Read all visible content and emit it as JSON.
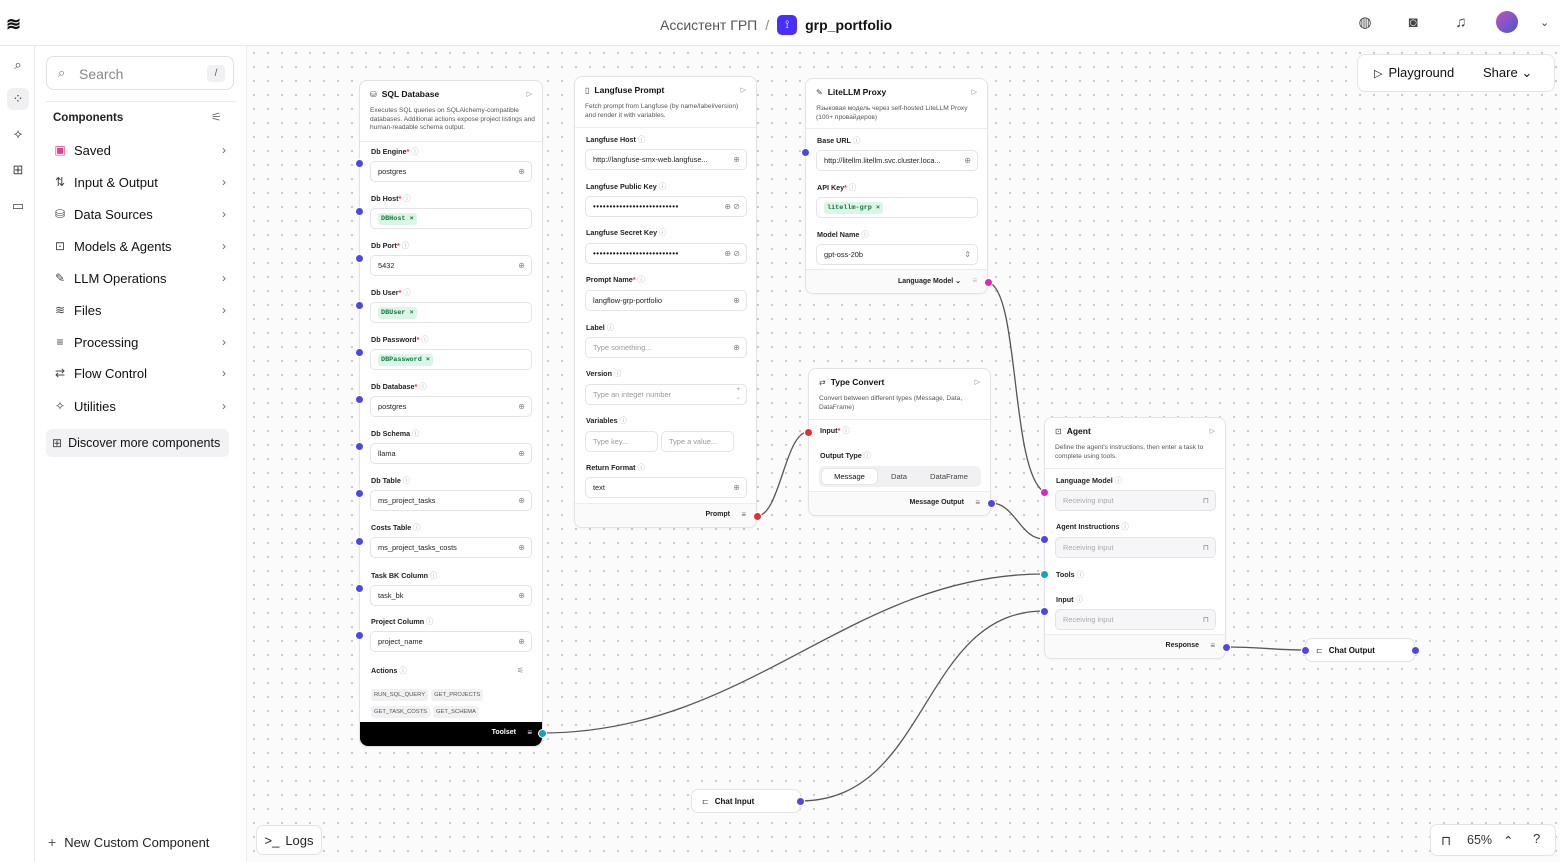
{
  "header": {
    "workspace": "Ассистент ГРП",
    "separator": "/",
    "project": "grp_portfolio",
    "icons": [
      "github-icon",
      "discord-icon",
      "bell-icon",
      "user-avatar"
    ]
  },
  "sidebar": {
    "search_placeholder": "Search",
    "search_shortcut": "/",
    "components_title": "Components",
    "categories": [
      {
        "label": "Saved",
        "icon": "bookmark-icon"
      },
      {
        "label": "Input & Output",
        "icon": "input-output-icon"
      },
      {
        "label": "Data Sources",
        "icon": "database-icon"
      },
      {
        "label": "Models & Agents",
        "icon": "bot-icon"
      },
      {
        "label": "LLM Operations",
        "icon": "llm-icon"
      },
      {
        "label": "Files",
        "icon": "layers-icon"
      },
      {
        "label": "Processing",
        "icon": "filter-icon"
      },
      {
        "label": "Flow Control",
        "icon": "arrows-icon"
      },
      {
        "label": "Utilities",
        "icon": "wand-icon"
      }
    ],
    "discover": "Discover more components",
    "new_custom": "New Custom Component"
  },
  "toolbar": {
    "playground": "Playground",
    "share": "Share",
    "logs": "Logs",
    "zoom": "65%"
  },
  "nodes": {
    "sql": {
      "title": "SQL Database",
      "description": "Executes SQL queries on SQLAlchemy-compatible databases. Additional actions expose project listings and human-readable schema output.",
      "fields": [
        {
          "label": "Db Engine",
          "required": true,
          "value": "postgres",
          "chip": false
        },
        {
          "label": "Db Host",
          "required": true,
          "value": "DBHost",
          "chip": true
        },
        {
          "label": "Db Port",
          "required": true,
          "value": "5432",
          "chip": false
        },
        {
          "label": "Db User",
          "required": true,
          "value": "DBUser",
          "chip": true
        },
        {
          "label": "Db Password",
          "required": true,
          "value": "DBPassword",
          "chip": true
        },
        {
          "label": "Db Database",
          "required": true,
          "value": "postgres",
          "chip": false
        },
        {
          "label": "Db Schema",
          "required": false,
          "value": "llama",
          "chip": false
        },
        {
          "label": "Db Table",
          "required": false,
          "value": "ms_project_tasks",
          "chip": false
        },
        {
          "label": "Costs Table",
          "required": false,
          "value": "ms_project_tasks_costs",
          "chip": false
        },
        {
          "label": "Task BK Column",
          "required": false,
          "value": "task_bk",
          "chip": false
        },
        {
          "label": "Project Column",
          "required": false,
          "value": "project_name",
          "chip": false
        }
      ],
      "actions_label": "Actions",
      "actions": [
        "RUN_SQL_QUERY",
        "GET_PROJECTS",
        "GET_TASK_COSTS",
        "GET_SCHEMA"
      ],
      "output": "Toolset"
    },
    "langfuse": {
      "title": "Langfuse Prompt",
      "description": "Fetch prompt from Langfuse (by name/label/version) and render it with variables.",
      "host_label": "Langfuse Host",
      "host_value": "http://langfuse-smx-web.langfuse...",
      "public_label": "Langfuse Public Key",
      "public_value": "••••••••••••••••••••••••••",
      "secret_label": "Langfuse Secret Key",
      "secret_value": "••••••••••••••••••••••••••",
      "prompt_name_label": "Prompt Name",
      "prompt_name_value": "langflow-grp-portfolio",
      "label_label": "Label",
      "label_placeholder": "Type something...",
      "version_label": "Version",
      "version_placeholder": "Type an integer number",
      "variables_label": "Variables",
      "key_placeholder": "Type key...",
      "value_placeholder": "Type a value...",
      "return_label": "Return Format",
      "return_value": "text",
      "output": "Prompt"
    },
    "litellm": {
      "title": "LiteLLM Proxy",
      "description": "Языковая модель через self-hosted LiteLLM Proxy (100+ провайдеров)",
      "base_label": "Base URL",
      "base_value": "http://litellm.litellm.svc.cluster.loca...",
      "api_label": "API Key",
      "api_value": "litellm-grp",
      "model_label": "Model Name",
      "model_value": "gpt-oss-20b",
      "output": "Language Model"
    },
    "typeconvert": {
      "title": "Type Convert",
      "description": "Convert between different types (Message, Data, DataFrame)",
      "input_label": "Input",
      "output_type_label": "Output Type",
      "options": [
        "Message",
        "Data",
        "DataFrame"
      ],
      "output": "Message Output"
    },
    "agent": {
      "title": "Agent",
      "description": "Define the agent's instructions, then enter a task to complete using tools.",
      "lm_label": "Language Model",
      "instr_label": "Agent Instructions",
      "tools_label": "Tools",
      "input_label": "Input",
      "receiving": "Receiving input",
      "output": "Response"
    },
    "chat_input": {
      "title": "Chat Input"
    },
    "chat_output": {
      "title": "Chat Output"
    }
  },
  "colors": {
    "handle_blue": "#4f46e5",
    "handle_red": "#e0312f",
    "handle_magenta": "#d926c9",
    "handle_teal": "#14a3b8",
    "chip_bg": "#dcf5e7",
    "chip_text": "#0f7a3e"
  }
}
